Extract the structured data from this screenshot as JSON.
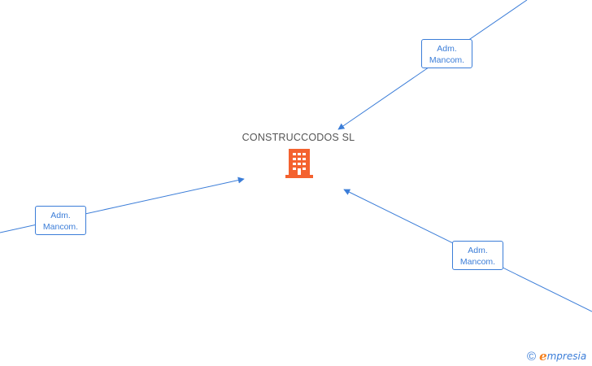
{
  "company": {
    "name": "CONSTRUCCODOS SL",
    "icon": "building-icon",
    "icon_color": "#f4622f"
  },
  "relations": [
    {
      "line1": "Adm.",
      "line2": "Mancom."
    },
    {
      "line1": "Adm.",
      "line2": "Mancom."
    },
    {
      "line1": "Adm.",
      "line2": "Mancom."
    }
  ],
  "edge_color": "#3b7dd8",
  "brand": {
    "copyright": "©",
    "first_letter": "e",
    "rest": "mpresia",
    "accent_color": "#f58220"
  }
}
